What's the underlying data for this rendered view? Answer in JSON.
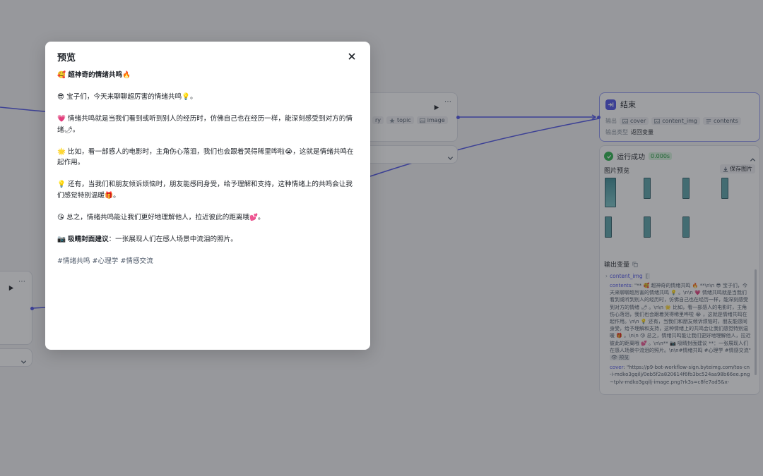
{
  "canvas": {
    "mid_node": {
      "chips": [
        {
          "icon": "text-icon",
          "label": "ry"
        },
        {
          "icon": "star-icon",
          "label": "topic"
        },
        {
          "icon": "image-icon",
          "label": "image"
        }
      ]
    }
  },
  "end_node": {
    "title": "结束",
    "output_label": "输出",
    "outputs": [
      {
        "icon": "image-icon",
        "label": "cover"
      },
      {
        "icon": "image-icon",
        "label": "content_img"
      },
      {
        "icon": "text-icon",
        "label": "contents"
      }
    ],
    "output_type_label": "输出类型",
    "output_type_value": "返回变量"
  },
  "result": {
    "status": "运行成功",
    "time": "0.000s",
    "image_preview_label": "图片预览",
    "save_images_label": "保存图片",
    "output_vars_label": "输出变量",
    "content_img_key": "content_img",
    "contents_key": "contents",
    "contents_value": "\"** 🥰 超神奇的情绪共鸣 🔥 **\\n\\n 😎 宝子们，今天来聊聊超厉害的情绪共鸣 💡 。\\n\\n 💗 情绪共鸣就是当我们看到或听到别人的经历时，仿佛自己也在经历一样，能深刻感受到对方的情绪 🌶 。\\n\\n 🌟 比如，看一部感人的电影时，主角伤心落泪，我们也会跟着哭得稀里哗啦 😭 ，这就是情绪共鸣在起作用。\\n\\n 💡 还有，当我们和朋友倾诉烦恼时，朋友能感同身受，给予理解和支持，这种情绪上的共鸣会让我们感觉特别温暖 🎁 。\\n\\n 😘 总之，情绪共鸣能让我们更好地理解他人，拉近彼此的距离哦 💕 。\\n\\n** 📷 吸睛封面建议 **：一张展现人们在感人场景中流泪的照片。\\n\\n#情绪共鸣 #心理学 #情感交流\"",
    "preview_label": "预览",
    "cover_key": "cover",
    "cover_value": "\"https://p9-bot-workflow-sign.byteimg.com/tos-cn-i-mdko3gqilj/0eb5f2a820614f6fb3bc524aa98b66ee.png~tplv-mdko3gqilj-image.png?rk3s=c8fe7ad5&x-"
  },
  "modal": {
    "title": "预览",
    "paragraphs": [
      {
        "emoji": "🥰",
        "text": "超神奇的情绪共鸣🔥",
        "bold": true
      },
      {
        "emoji": "😎",
        "text": "宝子们，今天来聊聊超厉害的情绪共鸣💡。"
      },
      {
        "emoji": "💗",
        "text": "情绪共鸣就是当我们看到或听到别人的经历时，仿佛自己也在经历一样，能深刻感受到对方的情绪🌶。"
      },
      {
        "emoji": "🌟",
        "text": "比如，看一部感人的电影时，主角伤心落泪，我们也会跟着哭得稀里哗啦😭，这就是情绪共鸣在起作用。"
      },
      {
        "emoji": "💡",
        "text": "还有，当我们和朋友倾诉烦恼时，朋友能感同身受，给予理解和支持，这种情绪上的共鸣会让我们感觉特别温暖🎁。"
      },
      {
        "emoji": "😘",
        "text": "总之，情绪共鸣能让我们更好地理解他人，拉近彼此的距离哦💕。"
      }
    ],
    "cover_tip_emoji": "📷",
    "cover_tip_label": "吸睛封面建议",
    "cover_tip_text": "：一张展现人们在感人场景中流泪的照片。",
    "hashtags": "#情绪共鸣 #心理学 #情感交流"
  },
  "colors": {
    "accent": "#4d53e8",
    "success": "#2bb24c",
    "overlay": "#282a30"
  }
}
